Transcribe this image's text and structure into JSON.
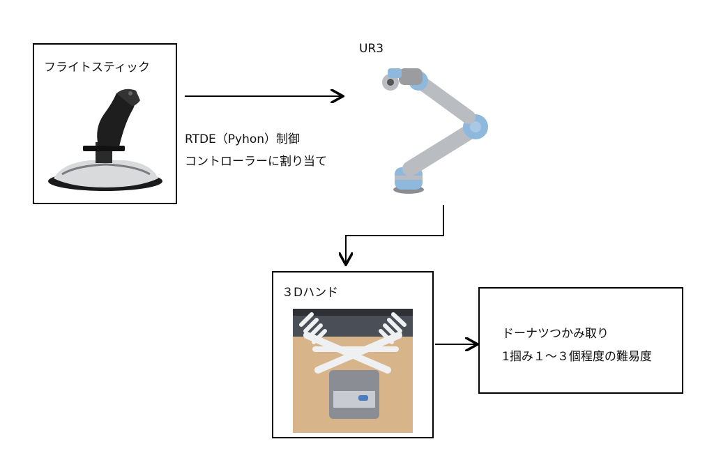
{
  "flight_stick": {
    "label": "フライトスティック"
  },
  "robot_arm": {
    "label": "UR3"
  },
  "connection": {
    "line1": "RTDE（Pyhon）制御",
    "line2": "コントローラーに割り当て"
  },
  "hand": {
    "label": "３Dハンド"
  },
  "task": {
    "line1": "ドーナツつかみ取り",
    "line2": "1掴み１～３個程度の難易度"
  },
  "colors": {
    "ur_blue": "#8fb8dd",
    "metal": "#b9bcc0",
    "dark": "#1a1a1a",
    "wood": "#d7b48a"
  }
}
